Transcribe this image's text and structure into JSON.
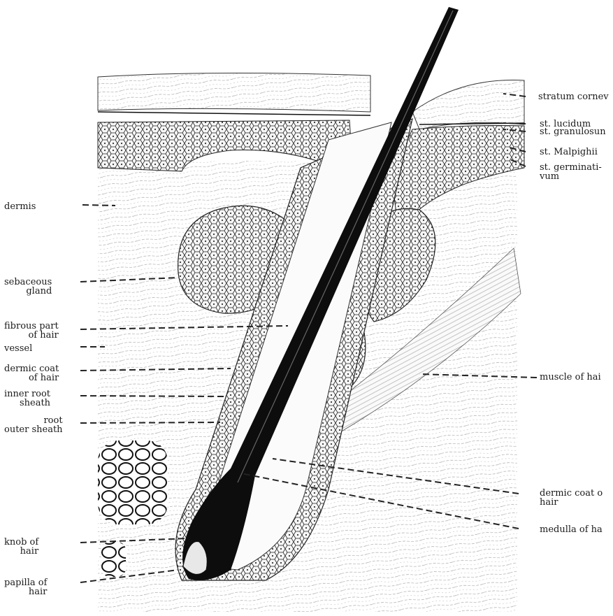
{
  "colors": {
    "ink": "#1a1a1a",
    "paper": "#ffffff",
    "hair_shaft": "#0d0d0d",
    "cell_fill": "#f3f3f3"
  },
  "labels_left": {
    "dermis": "dermis",
    "sebaceous_gland": "sebaceous\n     gland",
    "fibrous_part": "fibrous part\n      of hair",
    "vessel": "vessel",
    "dermic_coat": "dermic coat\n      of hair",
    "inner_root_sheath": "inner root\n   sheath",
    "root_outer_sheath": "root\nouter sheath",
    "knob_of_hair": "knob of\n     hair",
    "papilla_of_hair": "papilla of\n      hair"
  },
  "labels_right": {
    "stratum_corneum": "stratum cornev",
    "st_lucidum": "st. lucidum",
    "st_granulosum": "st. granulosun",
    "st_malpighii": "st. Malpighii",
    "st_germinativum": "st. germinati-\nvum",
    "muscle_of_hair": "muscle of hai",
    "dermic_coat_right": "dermic coat o\nhair",
    "medulla_of_hair": "medulla of ha"
  }
}
